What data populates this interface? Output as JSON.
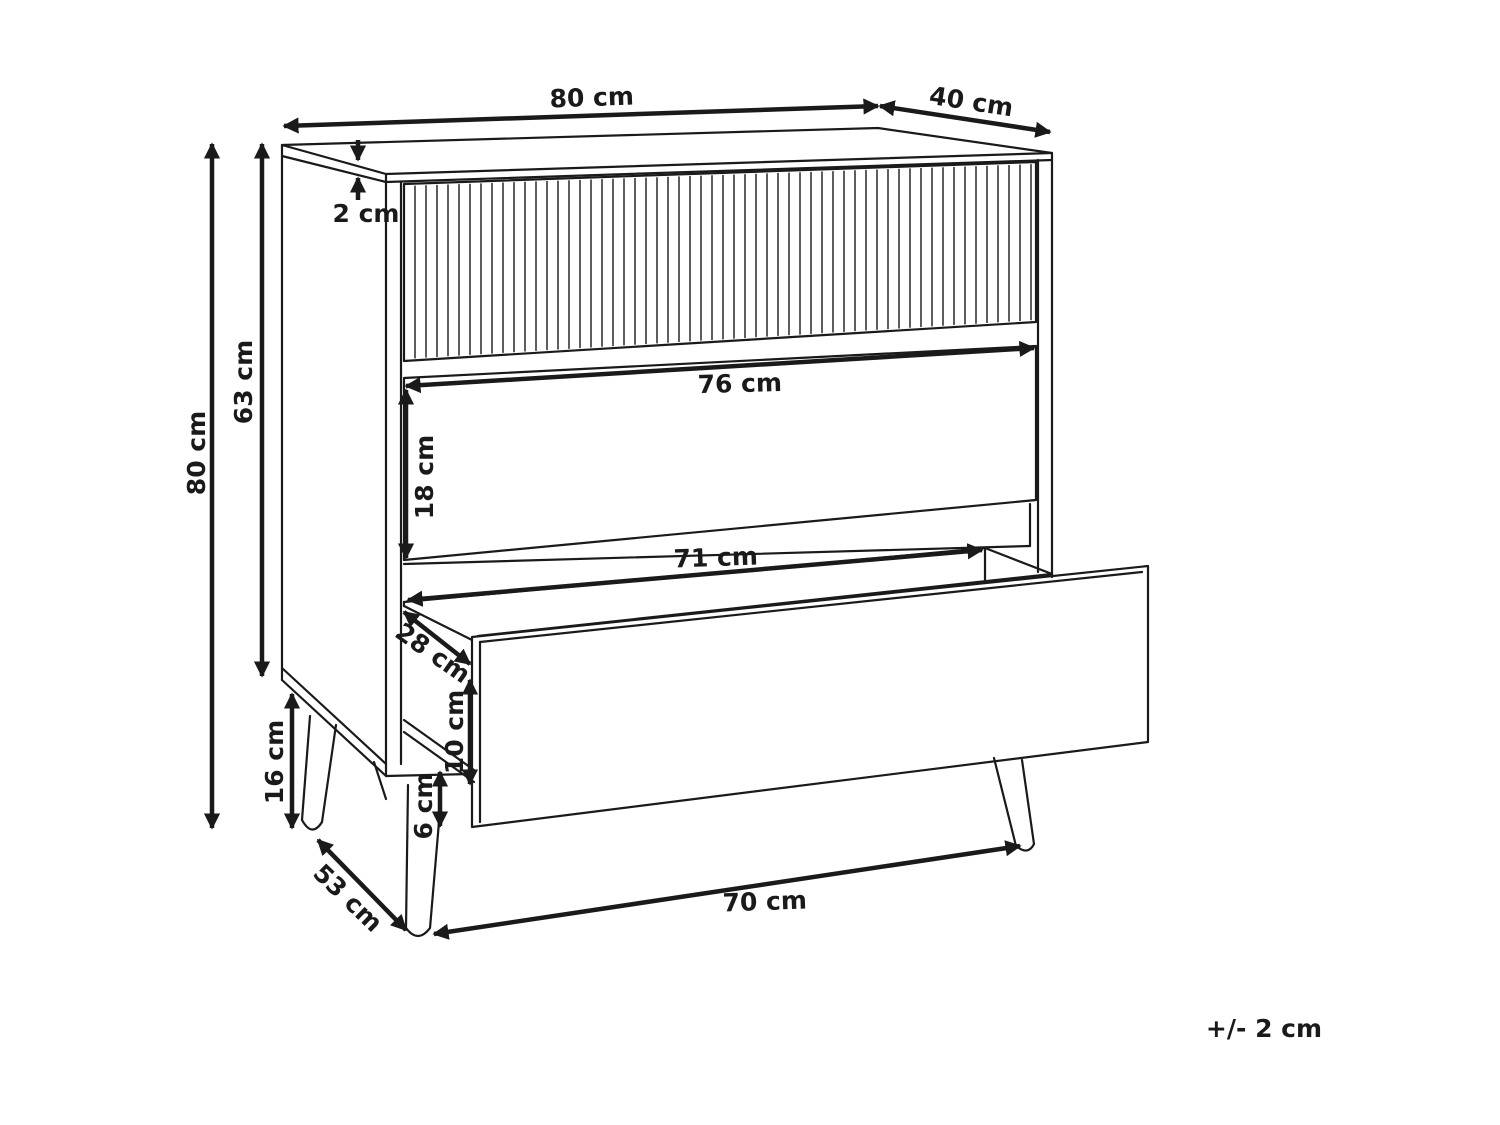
{
  "dimensions": {
    "width": "80 cm",
    "depth": "40 cm",
    "top_thickness": "2 cm",
    "total_height": "80 cm",
    "body_height": "63 cm",
    "drawer_inner_width": "76 cm",
    "drawer_height": "18 cm",
    "drawer_box_width": "71 cm",
    "drawer_box_depth": "28 cm",
    "drawer_box_height": "10 cm",
    "leg_height": "16 cm",
    "bottom_gap": "6 cm",
    "leg_span_depth": "53 cm",
    "leg_span_width": "70 cm"
  },
  "tolerance": "+/- 2 cm"
}
